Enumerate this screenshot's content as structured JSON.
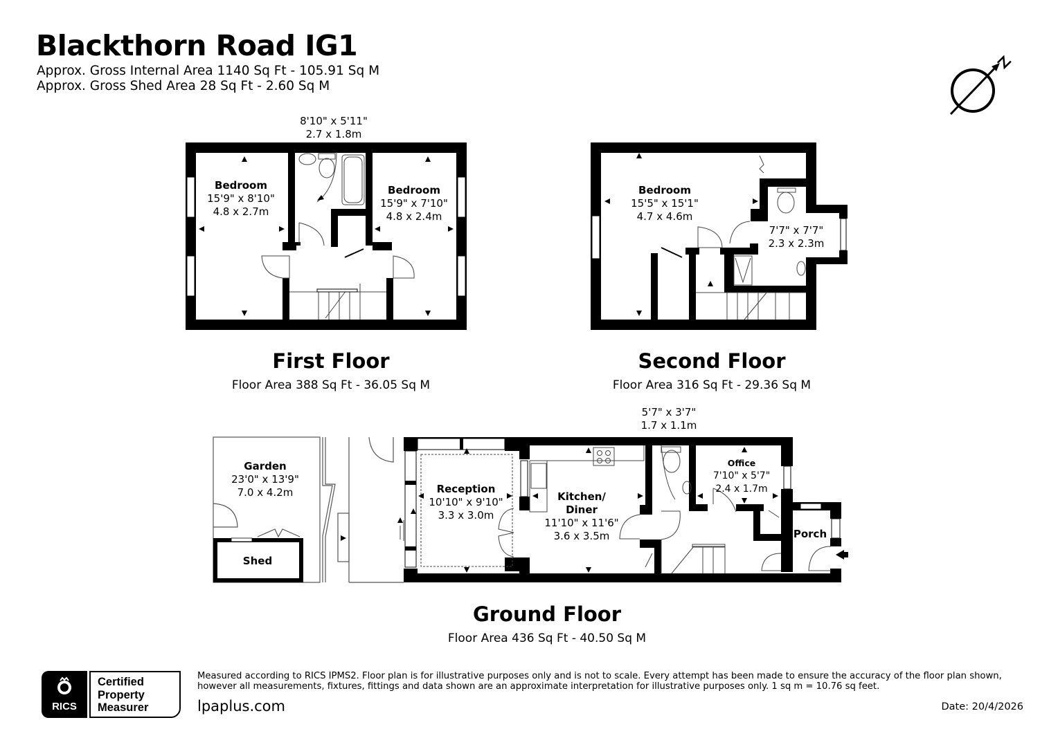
{
  "header": {
    "title": "Blackthorn Road IG1",
    "gross_internal_area": "Approx. Gross Internal Area 1140 Sq Ft - 105.91 Sq M",
    "gross_shed_area": "Approx. Gross Shed Area 28 Sq Ft - 2.60 Sq M"
  },
  "compass": {
    "label": "N",
    "icon": "north-arrow-icon"
  },
  "floors": {
    "first": {
      "title": "First Floor",
      "area": "Floor Area 388 Sq Ft - 36.05 Sq M",
      "rooms": [
        {
          "name": "Bedroom",
          "imperial": "15'9\" x 8'10\"",
          "metric": "4.8 x 2.7m"
        },
        {
          "name": "Bedroom",
          "imperial": "15'9\" x 7'10\"",
          "metric": "4.8 x 2.4m"
        }
      ],
      "bathroom": {
        "imperial": "8'10\" x 5'11\"",
        "metric": "2.7 x 1.8m"
      }
    },
    "second": {
      "title": "Second Floor",
      "area": "Floor Area 316 Sq Ft - 29.36 Sq M",
      "rooms": [
        {
          "name": "Bedroom",
          "imperial": "15'5\" x 15'1\"",
          "metric": "4.7 x 4.6m"
        },
        {
          "name": "",
          "imperial": "7'7\" x 7'7\"",
          "metric": "2.3 x 2.3m"
        }
      ]
    },
    "ground": {
      "title": "Ground Floor",
      "area": "Floor Area 436 Sq Ft - 40.50 Sq M",
      "rooms": [
        {
          "name": "Garden",
          "imperial": "23'0\" x 13'9\"",
          "metric": "7.0 x 4.2m"
        },
        {
          "name": "Shed"
        },
        {
          "name": "Reception",
          "imperial": "10'10\" x 9'10\"",
          "metric": "3.3 x 3.0m"
        },
        {
          "name": "Kitchen/",
          "name2": "Diner",
          "imperial": "11'10\" x 11'6\"",
          "metric": "3.6 x 3.5m"
        },
        {
          "name": "Office",
          "imperial": "7'10\" x 5'7\"",
          "metric": "2.4 x 1.7m"
        },
        {
          "name": "Porch"
        }
      ],
      "wc": {
        "imperial": "5'7\" x 3'7\"",
        "metric": "1.7 x 1.1m"
      }
    }
  },
  "footer": {
    "badge_brand": "RICS",
    "badge_lines": [
      "Certified",
      "Property",
      "Measurer"
    ],
    "disclaimer_line1": "Measured according to RICS IPMS2. Floor plan is for illustrative purposes only and is not to scale. Every attempt has been made to ensure the accuracy of the floor plan shown,",
    "disclaimer_line2": "however all measurements, fixtures, fittings and data shown are an approximate interpretation for illustrative purposes only. 1 sq m = 10.76 sq feet.",
    "website": "lpaplus.com",
    "date": "Date: 20/4/2026"
  },
  "colors": {
    "wall": "#000000",
    "background": "#ffffff",
    "line": "#555555"
  }
}
